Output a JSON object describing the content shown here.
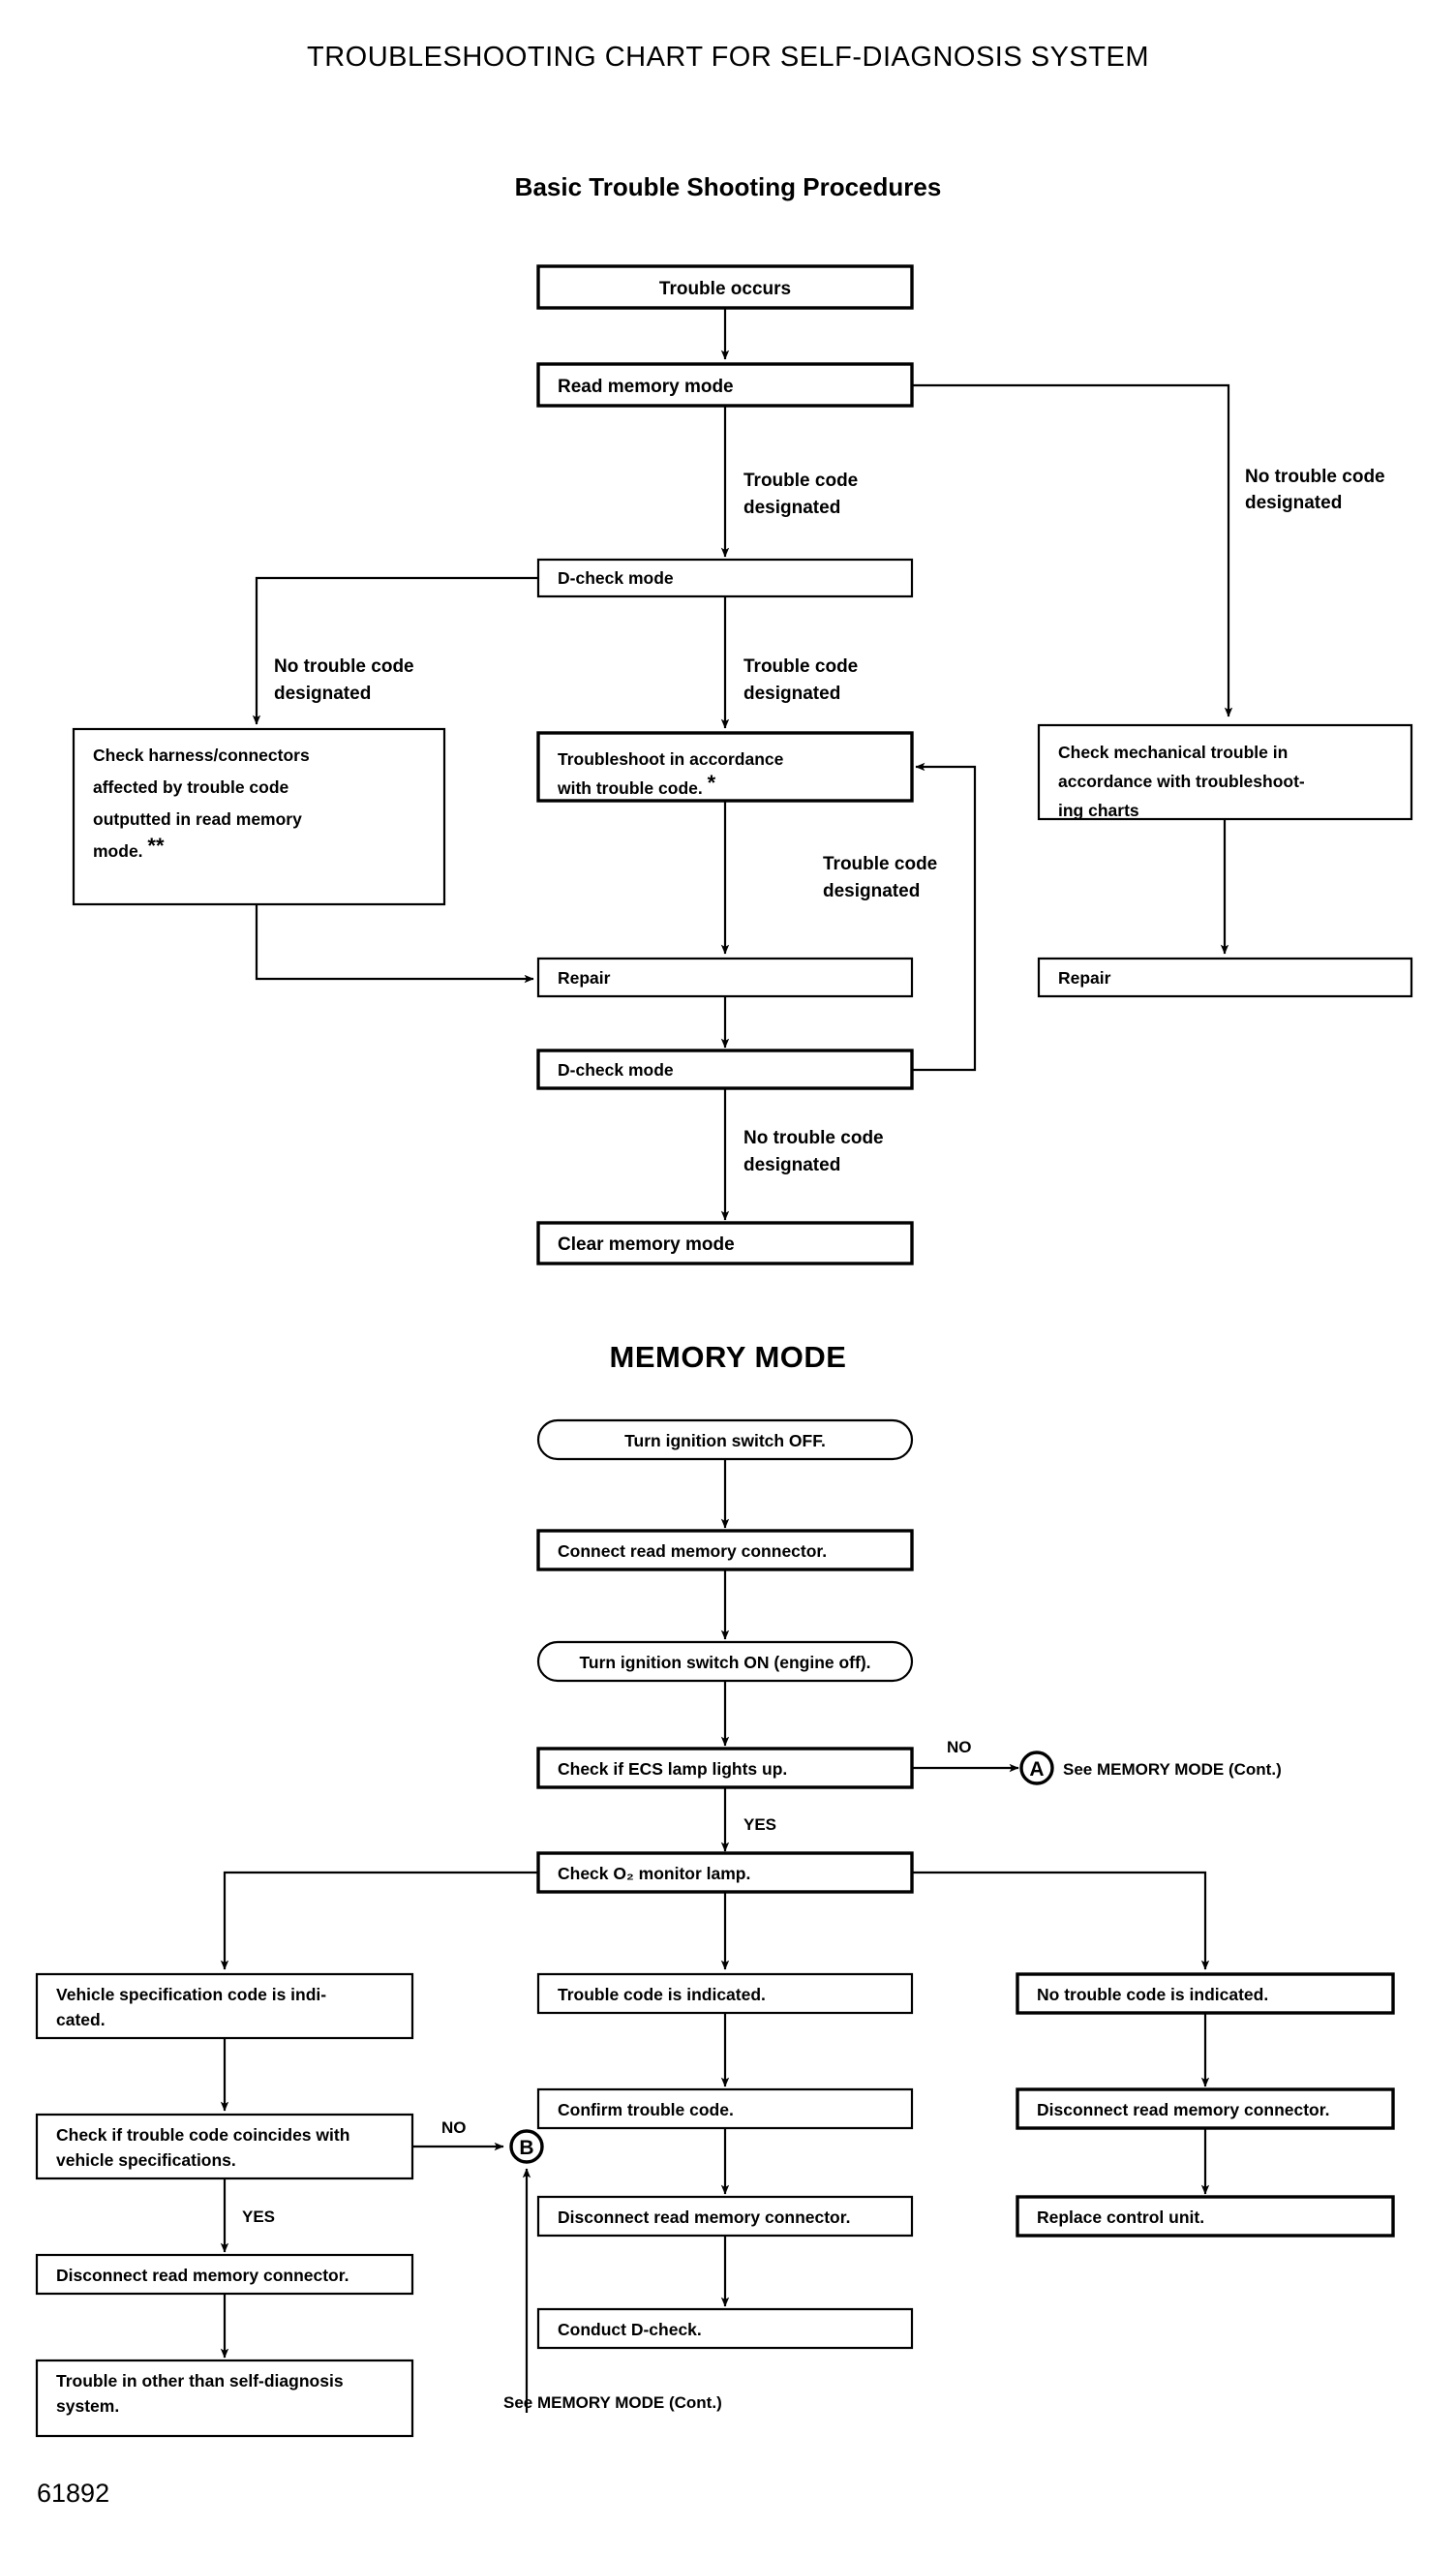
{
  "page": {
    "title": "TROUBLESHOOTING CHART FOR SELF-DIAGNOSIS SYSTEM",
    "subtitle": "Basic Trouble Shooting Procedures",
    "section_heading": "MEMORY MODE",
    "page_number": "61892"
  },
  "chart_data": {
    "type": "diagram",
    "title": "TROUBLESHOOTING CHART FOR SELF-DIAGNOSIS SYSTEM",
    "charts": [
      {
        "name": "Basic Trouble Shooting Procedures",
        "nodes": [
          {
            "id": "b1",
            "label": "Trouble occurs",
            "shape": "rect",
            "align": "center"
          },
          {
            "id": "b2",
            "label": "Read memory mode",
            "shape": "rect",
            "align": "left"
          },
          {
            "id": "b3",
            "label": "D-check mode",
            "shape": "rect",
            "align": "left"
          },
          {
            "id": "b4",
            "label": "Check harness/connectors affected by trouble code outputted in read memory mode. **",
            "shape": "rect",
            "align": "left"
          },
          {
            "id": "b5",
            "label": "Troubleshoot in accordance with trouble code. *",
            "shape": "rect",
            "align": "left"
          },
          {
            "id": "b6",
            "label": "Check mechanical trouble in accordance with troubleshooting charts",
            "shape": "rect",
            "align": "left"
          },
          {
            "id": "b7",
            "label": "Repair",
            "shape": "rect",
            "align": "left"
          },
          {
            "id": "b8",
            "label": "Repair",
            "shape": "rect",
            "align": "left"
          },
          {
            "id": "b9",
            "label": "D-check mode",
            "shape": "rect",
            "align": "left"
          },
          {
            "id": "b10",
            "label": "Clear memory mode",
            "shape": "rect",
            "align": "left"
          }
        ],
        "edge_labels": [
          {
            "id": "e1",
            "line1": "Trouble code",
            "line2": "designated"
          },
          {
            "id": "e2",
            "line1": "No trouble code",
            "line2": "designated"
          },
          {
            "id": "e3",
            "line1": "No trouble code",
            "line2": "designated"
          },
          {
            "id": "e4",
            "line1": "Trouble code",
            "line2": "designated"
          },
          {
            "id": "e5",
            "line1": "Trouble code",
            "line2": "designated"
          },
          {
            "id": "e6",
            "line1": "No trouble code",
            "line2": "designated"
          }
        ]
      },
      {
        "name": "MEMORY MODE",
        "nodes": [
          {
            "id": "m1",
            "label": "Turn ignition switch OFF.",
            "shape": "rounded",
            "align": "center"
          },
          {
            "id": "m2",
            "label": "Connect read memory connector.",
            "shape": "rect",
            "align": "left"
          },
          {
            "id": "m3",
            "label": "Turn ignition switch ON (engine off).",
            "shape": "rounded",
            "align": "center"
          },
          {
            "id": "m4",
            "label": "Check if ECS lamp lights up.",
            "shape": "rect",
            "align": "left"
          },
          {
            "id": "m5",
            "label": "Check O₂ monitor lamp.",
            "shape": "rect",
            "align": "left"
          },
          {
            "id": "m6",
            "label": "Vehicle specification code is indicated.",
            "shape": "rect",
            "align": "left"
          },
          {
            "id": "m7",
            "label": "Check if trouble code coincides with vehicle specifications.",
            "shape": "rect",
            "align": "left"
          },
          {
            "id": "m8",
            "label": "Disconnect read memory connector.",
            "shape": "rect",
            "align": "left"
          },
          {
            "id": "m9",
            "label": "Trouble in other than self-diagnosis system.",
            "shape": "rect",
            "align": "left"
          },
          {
            "id": "m10",
            "label": "Trouble code is indicated.",
            "shape": "rect",
            "align": "left"
          },
          {
            "id": "m11",
            "label": "Confirm trouble code.",
            "shape": "rect",
            "align": "left"
          },
          {
            "id": "m12",
            "label": "Disconnect read memory connector.",
            "shape": "rect",
            "align": "left"
          },
          {
            "id": "m13",
            "label": "Conduct D-check.",
            "shape": "rect",
            "align": "left"
          },
          {
            "id": "m14",
            "label": "No trouble code is indicated.",
            "shape": "rect",
            "align": "left"
          },
          {
            "id": "m15",
            "label": "Disconnect read memory connector.",
            "shape": "rect",
            "align": "left"
          },
          {
            "id": "m16",
            "label": "Replace control unit.",
            "shape": "rect",
            "align": "left"
          }
        ],
        "connectors": [
          {
            "id": "A",
            "letter": "A",
            "note": "See MEMORY MODE (Cont.)"
          },
          {
            "id": "B",
            "letter": "B",
            "note": "See MEMORY MODE (Cont.)"
          }
        ],
        "edge_labels": [
          {
            "id": "n1",
            "text": "NO"
          },
          {
            "id": "y1",
            "text": "YES"
          },
          {
            "id": "n2",
            "text": "NO"
          },
          {
            "id": "y2",
            "text": "YES"
          }
        ]
      }
    ]
  }
}
